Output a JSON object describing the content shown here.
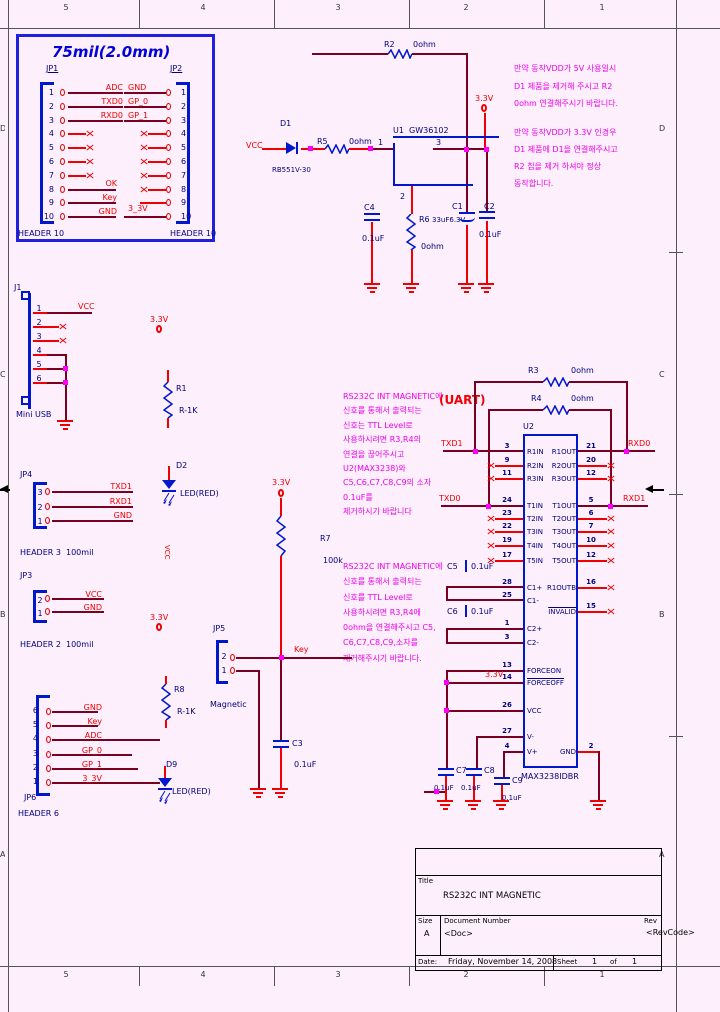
{
  "frame": {
    "cols": [
      "5",
      "4",
      "3",
      "2",
      "1"
    ],
    "rows": [
      "D",
      "C",
      "B",
      "A"
    ]
  },
  "nets": {
    "vcc": "VCC",
    "v33": "3.3V",
    "txd1": "TXD1",
    "txd0": "TXD0",
    "rxd0": "RXD0",
    "rxd1": "RXD1",
    "key": "Key",
    "gnd": "GND"
  },
  "pinbox": {
    "title": "75mil(2.0mm)",
    "jp1": {
      "ref": "JP1",
      "type": "HEADER 10",
      "nums": "1\n2\n3\n4\n5\n6\n7\n8\n9\n10",
      "top_labels": "ADC\nTXD0\nRXD0",
      "bot_labels": "OK\nKey\nGND"
    },
    "jp2": {
      "ref": "JP2",
      "type": "HEADER 10",
      "nums": "1\n2\n3\n4\n5\n6\n7\n8\n9\n10",
      "top_labels": "GND\nGP_0\nGP_1",
      "bot_label": "3_3V"
    }
  },
  "reg": {
    "r2": "R2",
    "r2_val": "0ohm",
    "d1": "D1",
    "d1_part": "RB551V-30",
    "r5": "R5",
    "r5_val": "0ohm",
    "u1_ref": "U1",
    "u1_part": "GW36102",
    "p1": "1",
    "p2": "2",
    "p3": "3",
    "c4": "C4",
    "c4_val": "0.1uF",
    "r6": "R6",
    "r6_val": "0ohm",
    "c1": "C1",
    "c1_val": "33uF6.3V",
    "c2": "C2",
    "c2_val": "0.1uF"
  },
  "notes": {
    "n1": "만약 동작VDD가 5V 사용일시\nD1 제품을 제거해 주시고 R2\n0ohm 연결해주시기 바랍니다.",
    "n2": "만약 동작VDD가 3.3V 인경우\nD1 제품에 D1을 연결해주시고\nR2 칩을 제거 하셔야 정상\n동작합니다.",
    "n3": "RS232C INT MAGNETIC에\n신호를 통해서 출력되는\n신호는 TTL Level로\n사용하시려면 R3,R4의\n연결을 끊어주시고\nU2(MAX3238)와\nC5,C6,C7,C8,C9의 소자\n0.1uF를\n제거하시기 바랍니다",
    "n4": "RS232C INT MAGNETIC에\n신호를 통해서 출력되는\n신호를 TTL Level로\n사용하시려면 R3,R4에\n0ohm을 연결해주시고 C5,\nC6,C7,C8,C9,소자를\n제거해주시기 바랍니다."
  },
  "j1": {
    "ref": "J1",
    "label": "Mini USB",
    "nums": "1\n2\n3\n4\n5\n6"
  },
  "r1": {
    "ref": "R1",
    "val": "R-1K"
  },
  "jp4": {
    "ref": "JP4",
    "type": "HEADER 3",
    "pitch": "100mil",
    "nums": "3\n2\n1",
    "labels": "TXD1\nRXD1\nGND"
  },
  "jp3": {
    "ref": "JP3",
    "type": "HEADER 2",
    "pitch": "100mil",
    "nums": "2\n1",
    "labels": "VCC\nGND"
  },
  "jp6": {
    "ref": "JP6",
    "type": "HEADER 6",
    "nums": "6\n5\n4\n3\n2\n1",
    "labels": "GND\nKey\nADC\nGP_0\nGP_1\n3_3V"
  },
  "jp5": {
    "ref": "JP5",
    "label": "Magnetic",
    "nums": "2\n1"
  },
  "d2": {
    "ref": "D2",
    "part": "LED(RED)"
  },
  "d9": {
    "ref": "D9",
    "part": "LED(RED)"
  },
  "r7": {
    "ref": "R7",
    "val": "100k"
  },
  "r8": {
    "ref": "R8",
    "val": "R-1K"
  },
  "c3": {
    "ref": "C3",
    "val": "0.1uF"
  },
  "uart": {
    "title": "(UART)",
    "r3": "R3",
    "r3_val": "0ohm",
    "r4": "R4",
    "r4_val": "0ohm",
    "c5": "C5",
    "c5_val": "0.1uF",
    "c6": "C6",
    "c6_val": "0.1uF",
    "c7": "C7",
    "c7_val": "0.1uF",
    "c8": "C8",
    "c8_val": "0.1uF",
    "c9": "C9",
    "c9_val": "0.1uF",
    "u2": {
      "ref": "U2",
      "part": "MAX3238IDBR",
      "left": [
        {
          "n": "3",
          "l": "R1IN"
        },
        {
          "n": "9",
          "l": "R2IN"
        },
        {
          "n": "11",
          "l": "R3IN"
        },
        {
          "n": "24",
          "l": "T1IN"
        },
        {
          "n": "23",
          "l": "T2IN"
        },
        {
          "n": "22",
          "l": "T3IN"
        },
        {
          "n": "19",
          "l": "T4IN"
        },
        {
          "n": "17",
          "l": "T5IN"
        },
        {
          "n": "28",
          "l": "C1+"
        },
        {
          "n": "25",
          "l": "C1-"
        },
        {
          "n": "1",
          "l": "C2+"
        },
        {
          "n": "3",
          "l": "C2-"
        },
        {
          "n": "13",
          "l": "FORCEON"
        },
        {
          "n": "14",
          "l": "FORCEOFF"
        },
        {
          "n": "26",
          "l": "VCC"
        },
        {
          "n": "27",
          "l": "V-"
        },
        {
          "n": "4",
          "l": "V+"
        }
      ],
      "right": [
        {
          "n": "21",
          "l": "R1OUT"
        },
        {
          "n": "20",
          "l": "R2OUT"
        },
        {
          "n": "12",
          "l": "R3OUT"
        },
        {
          "n": "5",
          "l": "T1OUT"
        },
        {
          "n": "6",
          "l": "T2OUT"
        },
        {
          "n": "7",
          "l": "T3OUT"
        },
        {
          "n": "10",
          "l": "T4OUT"
        },
        {
          "n": "12",
          "l": "T5OUT"
        },
        {
          "n": "16",
          "l": "R1OUTB"
        },
        {
          "n": "15",
          "l": "INVALID"
        },
        {
          "n": "2",
          "l": "GND"
        }
      ]
    }
  },
  "titleblock": {
    "title_label": "Title",
    "title": "RS232C INT MAGNETIC",
    "size_label": "Size",
    "size": "A",
    "doc_label": "Document Number",
    "doc": "<Doc>",
    "rev_label": "Rev",
    "rev": "<RevCode>",
    "date_label": "Date:",
    "date": "Friday, November 14, 2008",
    "sheet_label": "Sheet",
    "sheet": "1",
    "of": "of",
    "total": "1"
  }
}
